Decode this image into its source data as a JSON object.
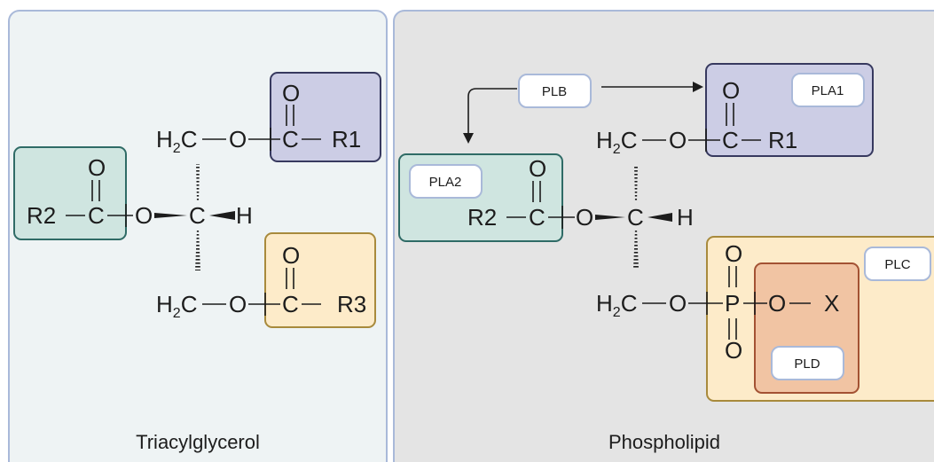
{
  "panels": {
    "left": {
      "caption": "Triacylglycerol"
    },
    "right": {
      "caption": "Phospholipid"
    }
  },
  "atoms": {
    "oxygen": "O",
    "carbon": "C",
    "hydrogen": "H",
    "phosphorus": "P",
    "h2c_h": "H",
    "h2c_sub": "2",
    "h2c_c": "C",
    "x_group": "X"
  },
  "r_groups": {
    "r1": "R1",
    "r2": "R2",
    "r3": "R3"
  },
  "enzymes": {
    "plb": "PLB",
    "pla1": "PLA1",
    "pla2": "PLA2",
    "plc": "PLC",
    "pld": "PLD"
  },
  "colors": {
    "panel_left_bg": "#eef3f4",
    "panel_right_bg": "#e4e4e4",
    "panel_border": "#a9b9d9",
    "box_purple": "#cccde5",
    "box_purple_border": "#37395f",
    "box_teal": "#cfe5e0",
    "box_teal_border": "#2f6b66",
    "box_yellow": "#fdebc9",
    "box_yellow_border": "#a88a3c",
    "box_orange": "#f1c4a3",
    "box_orange_border": "#a35233",
    "pill_border": "#a9b9d9"
  }
}
